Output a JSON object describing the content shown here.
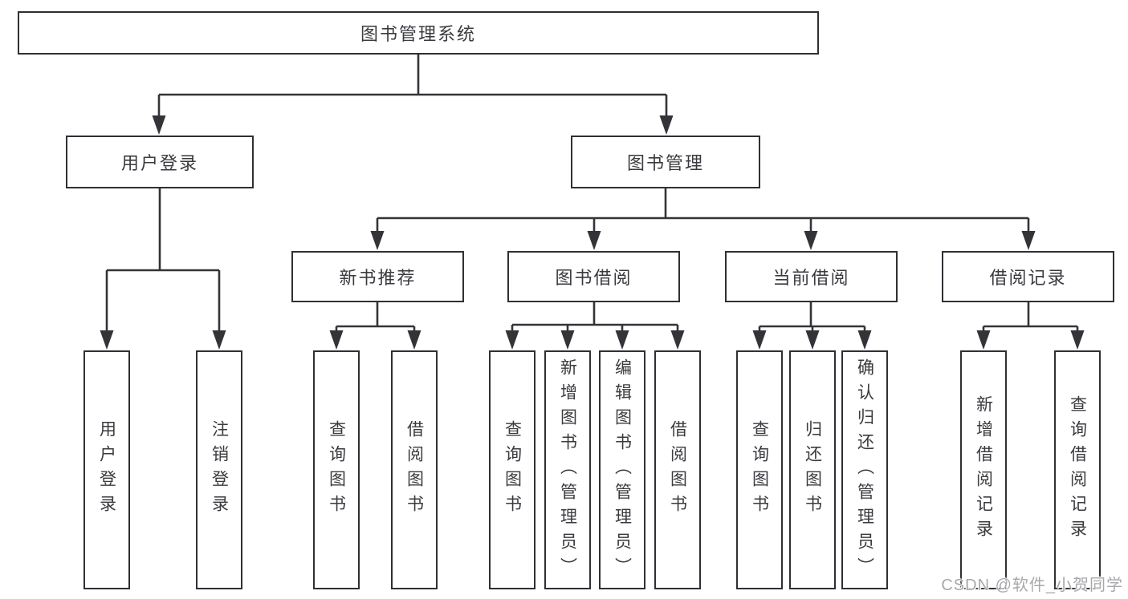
{
  "diagram": {
    "colors": {
      "background": "#ffffff",
      "line": "#343438",
      "text": "#3a3a3f",
      "watermark": "#a8a8ac"
    },
    "root": {
      "label": "图书管理系统"
    },
    "level2": [
      {
        "label": "用户登录"
      },
      {
        "label": "图书管理"
      }
    ],
    "level3": [
      {
        "label": "新书推荐"
      },
      {
        "label": "图书借阅"
      },
      {
        "label": "当前借阅"
      },
      {
        "label": "借阅记录"
      }
    ],
    "leaves": [
      {
        "label": "用户登录"
      },
      {
        "label": "注销登录"
      },
      {
        "label": "查询图书"
      },
      {
        "label": "借阅图书"
      },
      {
        "label": "查询图书"
      },
      {
        "label": "新增图书（管理员）"
      },
      {
        "label": "编辑图书（管理员）"
      },
      {
        "label": "借阅图书"
      },
      {
        "label": "查询图书"
      },
      {
        "label": "归还图书"
      },
      {
        "label": "确认归还（管理员）"
      },
      {
        "label": "新增借阅记录"
      },
      {
        "label": "查询借阅记录"
      }
    ],
    "watermark": "CSDN @软件_小贺同学"
  }
}
